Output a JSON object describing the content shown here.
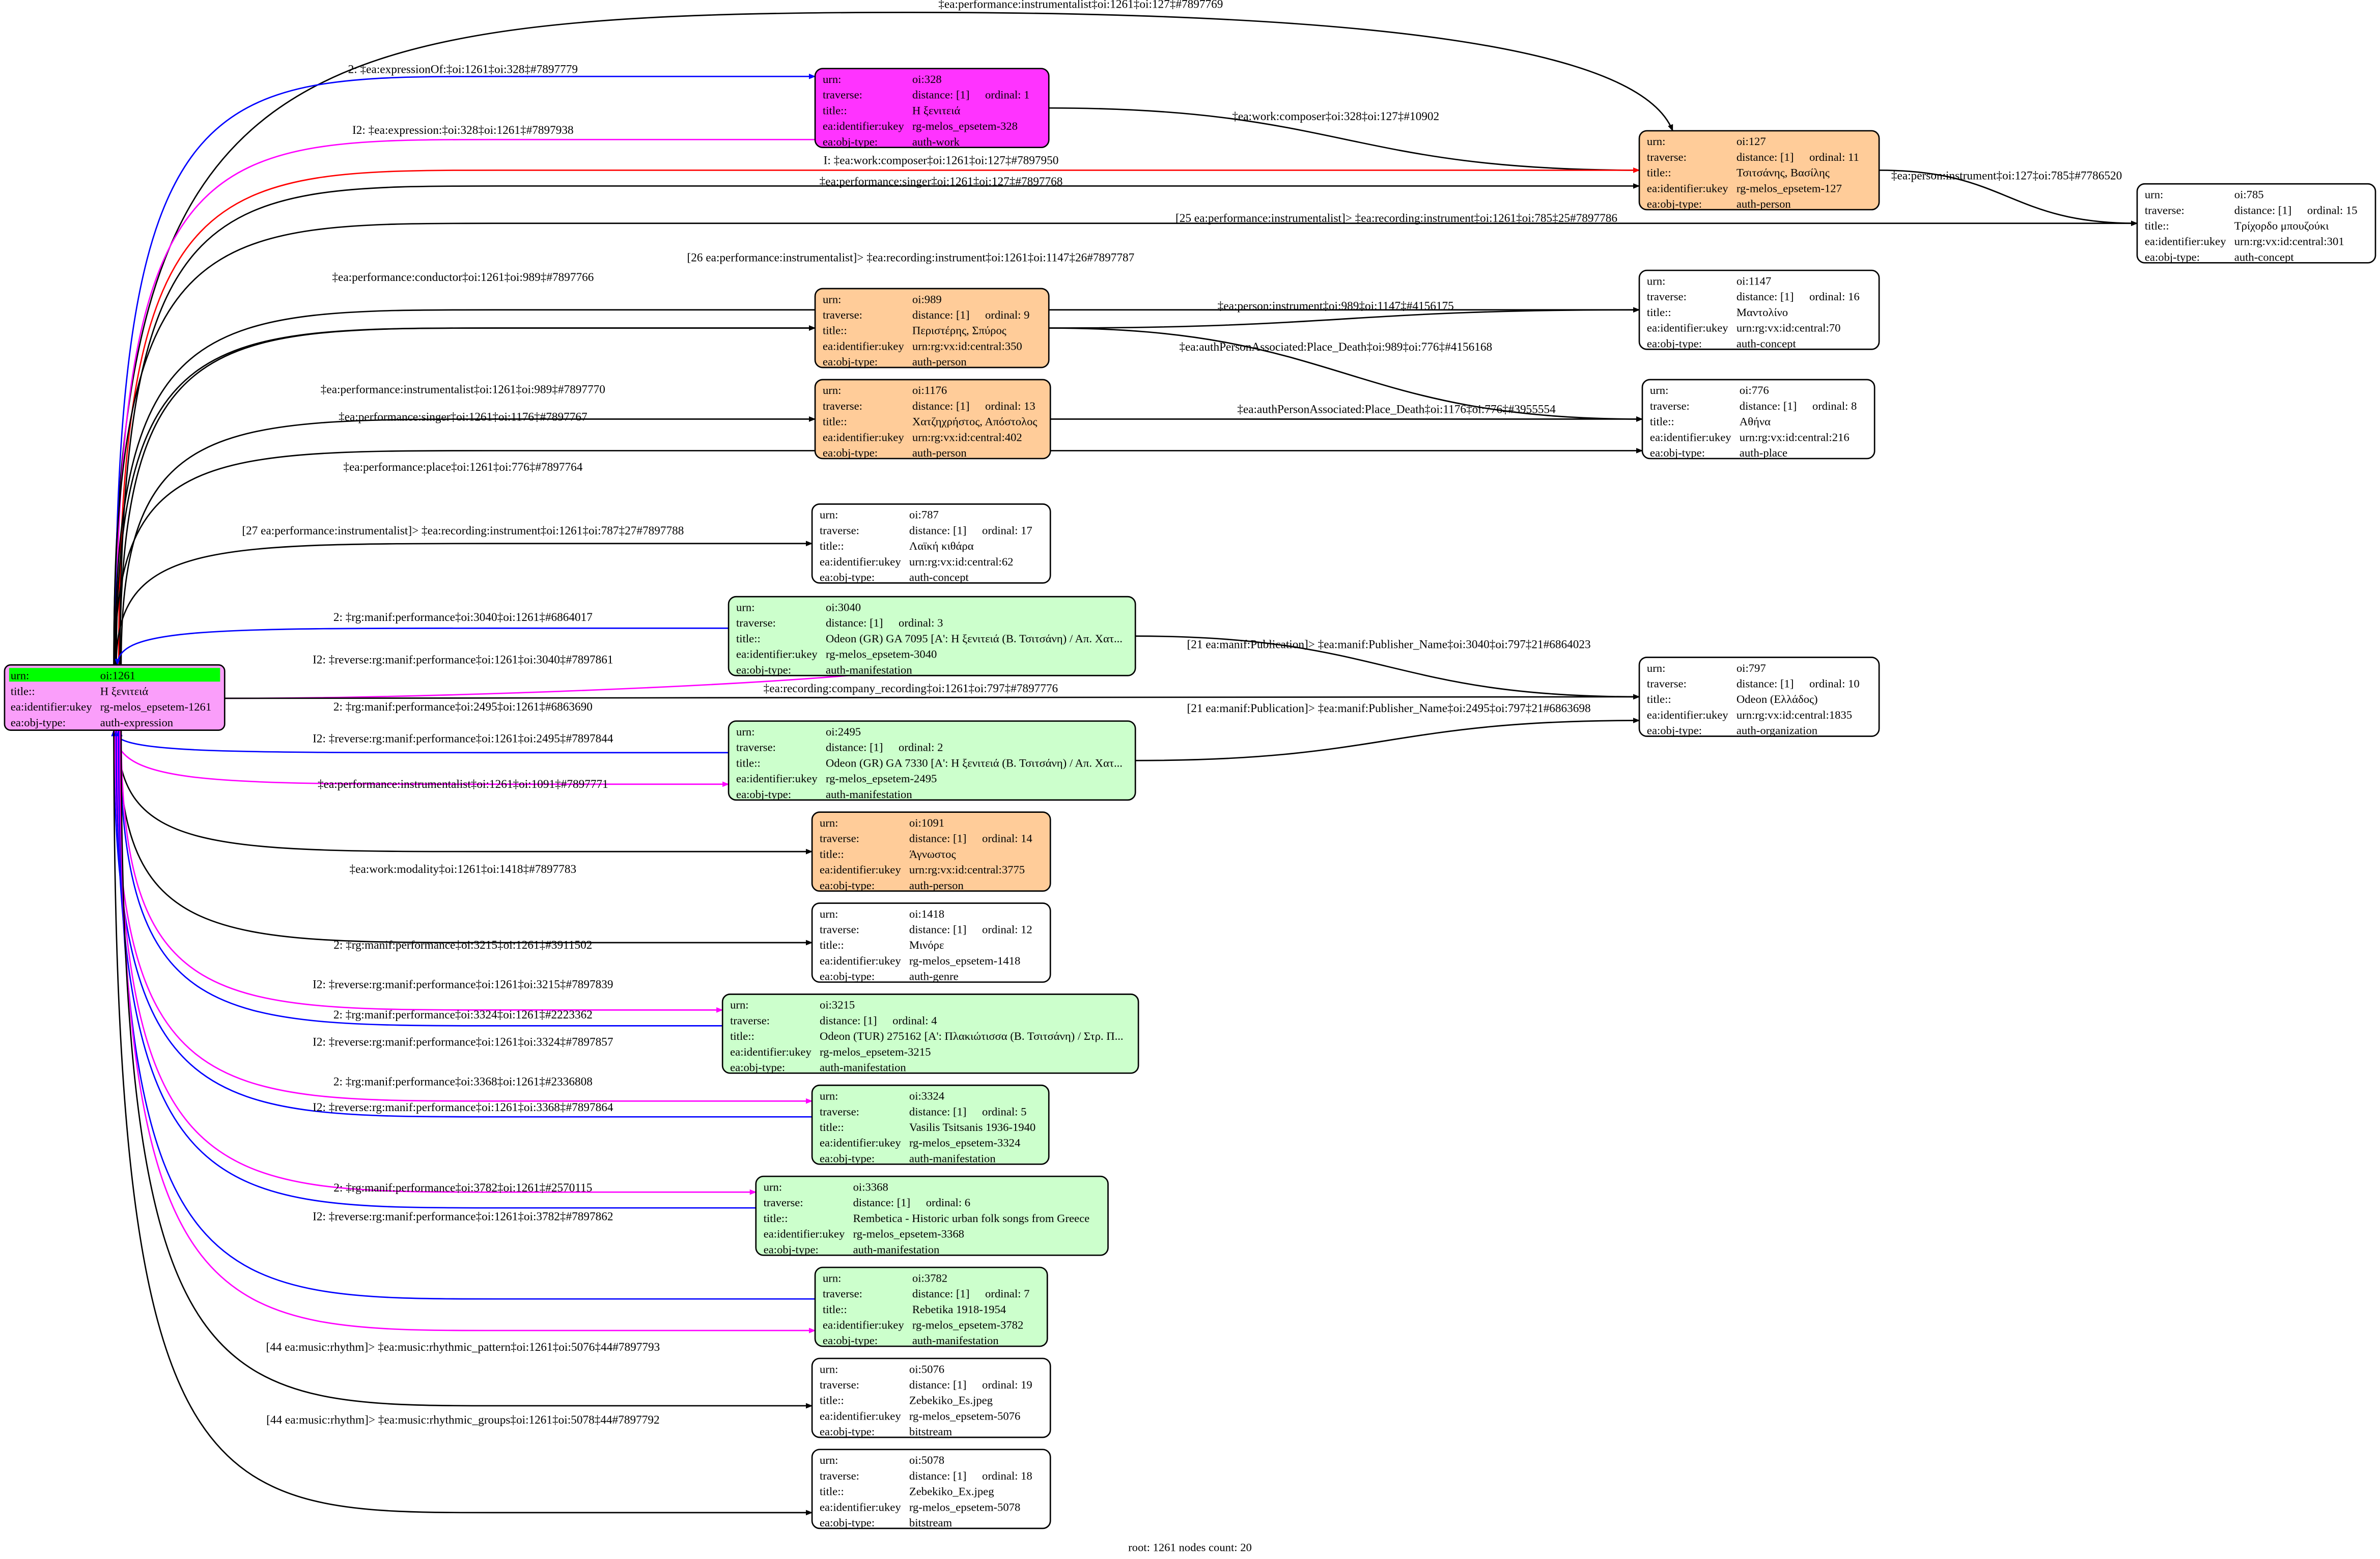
{
  "footer": "root: 1261 nodes count: 20",
  "colors": {
    "work": "#ff33ff",
    "person": "#ffcc99",
    "manifestation": "#ccffcc",
    "plain": "#ffffff",
    "root": "#fa9efa",
    "root_urn": "#00ff00",
    "black": "#000000",
    "blue": "#0000ff",
    "magenta": "#ff00ff",
    "red": "#ff0000"
  },
  "root": {
    "id": "1261",
    "rows": [
      [
        "urn:",
        "oi:1261"
      ],
      [
        "title::",
        "Η ξενιτειά"
      ],
      [
        "ea:identifier:ukey",
        "rg-melos_epsetem-1261"
      ],
      [
        "ea:obj-type:",
        "auth-expression"
      ]
    ]
  },
  "nodes": [
    {
      "id": "328",
      "kind": "work",
      "urn": "oi:328",
      "distance": "distance: [1]",
      "ordinal": "ordinal: 1",
      "title": "Η ξενιτειά",
      "ukey": "rg-melos_epsetem-328",
      "type": "auth-work"
    },
    {
      "id": "127",
      "kind": "person",
      "urn": "oi:127",
      "distance": "distance: [1]",
      "ordinal": "ordinal: 11",
      "title": "Τσιτσάνης, Βασίλης",
      "ukey": "rg-melos_epsetem-127",
      "type": "auth-person"
    },
    {
      "id": "785",
      "kind": "plain",
      "urn": "oi:785",
      "distance": "distance: [1]",
      "ordinal": "ordinal: 15",
      "title": "Τρίχορδο μπουζούκι",
      "ukey": "urn:rg:vx:id:central:301",
      "type": "auth-concept"
    },
    {
      "id": "1147",
      "kind": "plain",
      "urn": "oi:1147",
      "distance": "distance: [1]",
      "ordinal": "ordinal: 16",
      "title": "Μαντολίνο",
      "ukey": "urn:rg:vx:id:central:70",
      "type": "auth-concept"
    },
    {
      "id": "989",
      "kind": "person",
      "urn": "oi:989",
      "distance": "distance: [1]",
      "ordinal": "ordinal: 9",
      "title": "Περιστέρης, Σπύρος",
      "ukey": "urn:rg:vx:id:central:350",
      "type": "auth-person"
    },
    {
      "id": "1176",
      "kind": "person",
      "urn": "oi:1176",
      "distance": "distance: [1]",
      "ordinal": "ordinal: 13",
      "title": "Χατζηχρήστος, Απόστολος",
      "ukey": "urn:rg:vx:id:central:402",
      "type": "auth-person"
    },
    {
      "id": "776",
      "kind": "plain",
      "urn": "oi:776",
      "distance": "distance: [1]",
      "ordinal": "ordinal: 8",
      "title": "Αθήνα",
      "ukey": "urn:rg:vx:id:central:216",
      "type": "auth-place"
    },
    {
      "id": "787",
      "kind": "plain",
      "urn": "oi:787",
      "distance": "distance: [1]",
      "ordinal": "ordinal: 17",
      "title": "Λαϊκή κιθάρα",
      "ukey": "urn:rg:vx:id:central:62",
      "type": "auth-concept"
    },
    {
      "id": "3040",
      "kind": "manifestation",
      "urn": "oi:3040",
      "distance": "distance: [1]",
      "ordinal": "ordinal: 3",
      "title": "Odeon (GR) GA 7095 [Α': Η ξενιτειά (Β. Τσιτσάνη) / Απ. Χατ...",
      "ukey": "rg-melos_epsetem-3040",
      "type": "auth-manifestation"
    },
    {
      "id": "797",
      "kind": "plain",
      "urn": "oi:797",
      "distance": "distance: [1]",
      "ordinal": "ordinal: 10",
      "title": "Odeon (Ελλάδος)",
      "ukey": "urn:rg:vx:id:central:1835",
      "type": "auth-organization"
    },
    {
      "id": "2495",
      "kind": "manifestation",
      "urn": "oi:2495",
      "distance": "distance: [1]",
      "ordinal": "ordinal: 2",
      "title": "Odeon (GR) GA 7330 [Α': Η ξενιτειά (Β. Τσιτσάνη) / Απ. Χατ...",
      "ukey": "rg-melos_epsetem-2495",
      "type": "auth-manifestation"
    },
    {
      "id": "1091",
      "kind": "person",
      "urn": "oi:1091",
      "distance": "distance: [1]",
      "ordinal": "ordinal: 14",
      "title": "Άγνωστος",
      "ukey": "urn:rg:vx:id:central:3775",
      "type": "auth-person"
    },
    {
      "id": "1418",
      "kind": "plain",
      "urn": "oi:1418",
      "distance": "distance: [1]",
      "ordinal": "ordinal: 12",
      "title": "Μινόρε",
      "ukey": "rg-melos_epsetem-1418",
      "type": "auth-genre"
    },
    {
      "id": "3215",
      "kind": "manifestation",
      "urn": "oi:3215",
      "distance": "distance: [1]",
      "ordinal": "ordinal: 4",
      "title": "Odeon (TUR) 275162 [Α': Πλακιώτισσα (Β. Τσιτσάνη) / Στρ. Π...",
      "ukey": "rg-melos_epsetem-3215",
      "type": "auth-manifestation"
    },
    {
      "id": "3324",
      "kind": "manifestation",
      "urn": "oi:3324",
      "distance": "distance: [1]",
      "ordinal": "ordinal: 5",
      "title": "Vasilis Tsitsanis 1936-1940",
      "ukey": "rg-melos_epsetem-3324",
      "type": "auth-manifestation"
    },
    {
      "id": "3368",
      "kind": "manifestation",
      "urn": "oi:3368",
      "distance": "distance: [1]",
      "ordinal": "ordinal: 6",
      "title": "Rembetica - Historic urban folk songs from Greece",
      "ukey": "rg-melos_epsetem-3368",
      "type": "auth-manifestation"
    },
    {
      "id": "3782",
      "kind": "manifestation",
      "urn": "oi:3782",
      "distance": "distance: [1]",
      "ordinal": "ordinal: 7",
      "title": "Rebetika 1918-1954",
      "ukey": "rg-melos_epsetem-3782",
      "type": "auth-manifestation"
    },
    {
      "id": "5076",
      "kind": "plain",
      "urn": "oi:5076",
      "distance": "distance: [1]",
      "ordinal": "ordinal: 19",
      "title": "Zebekiko_Es.jpeg",
      "ukey": "rg-melos_epsetem-5076",
      "type": "bitstream"
    },
    {
      "id": "5078",
      "kind": "plain",
      "urn": "oi:5078",
      "distance": "distance: [1]",
      "ordinal": "ordinal: 18",
      "title": "Zebekiko_Ex.jpeg",
      "ukey": "rg-melos_epsetem-5078",
      "type": "bitstream"
    }
  ],
  "row_labels": {
    "urn": "urn:",
    "traverse": "traverse:",
    "title": "title::",
    "ukey": "ea:identifier:ukey",
    "type": "ea:obj-type:"
  },
  "edges": [
    {
      "from": "1261",
      "to": "127",
      "color": "black",
      "label": "‡ea:performance:instrumentalist‡oi:1261‡oi:127‡#7897769"
    },
    {
      "from": "1261",
      "to": "328",
      "color": "blue",
      "label": "2: ‡ea:expressionOf:‡oi:1261‡oi:328‡#7897779"
    },
    {
      "from": "328",
      "to": "1261",
      "color": "magenta",
      "label": "I2: ‡ea:expression:‡oi:328‡oi:1261‡#7897938"
    },
    {
      "from": "328",
      "to": "127",
      "color": "black",
      "label": "‡ea:work:composer‡oi:328‡oi:127‡#10902"
    },
    {
      "from": "1261",
      "to": "127",
      "color": "red",
      "label": "I: ‡ea:work:composer‡oi:1261‡oi:127‡#7897950"
    },
    {
      "from": "1261",
      "to": "127",
      "color": "black",
      "label": "‡ea:performance:singer‡oi:1261‡oi:127‡#7897768"
    },
    {
      "from": "127",
      "to": "785",
      "color": "black",
      "label": "‡ea:person:instrument‡oi:127‡oi:785‡#7786520"
    },
    {
      "from": "1261",
      "to": "785",
      "color": "black",
      "label": "[25 ea:performance:instrumentalist]> ‡ea:recording:instrument‡oi:1261‡oi:785‡25#7897786"
    },
    {
      "from": "1261",
      "to": "1147",
      "color": "black",
      "label": "[26 ea:performance:instrumentalist]> ‡ea:recording:instrument‡oi:1261‡oi:1147‡26#7897787"
    },
    {
      "from": "1261",
      "to": "989",
      "color": "black",
      "label": "‡ea:performance:conductor‡oi:1261‡oi:989‡#7897766"
    },
    {
      "from": "989",
      "to": "1147",
      "color": "black",
      "label": "‡ea:person:instrument‡oi:989‡oi:1147‡#4156175"
    },
    {
      "from": "989",
      "to": "776",
      "color": "black",
      "label": "‡ea:authPersonAssociated:Place_Death‡oi:989‡oi:776‡#4156168"
    },
    {
      "from": "1261",
      "to": "989",
      "color": "black",
      "label": "‡ea:performance:instrumentalist‡oi:1261‡oi:989‡#7897770"
    },
    {
      "from": "1261",
      "to": "1176",
      "color": "black",
      "label": "‡ea:performance:singer‡oi:1261‡oi:1176‡#7897767"
    },
    {
      "from": "1176",
      "to": "776",
      "color": "black",
      "label": "‡ea:authPersonAssociated:Place_Death‡oi:1176‡oi:776‡#3955554"
    },
    {
      "from": "1261",
      "to": "776",
      "color": "black",
      "label": "‡ea:performance:place‡oi:1261‡oi:776‡#7897764"
    },
    {
      "from": "1261",
      "to": "787",
      "color": "black",
      "label": "[27 ea:performance:instrumentalist]> ‡ea:recording:instrument‡oi:1261‡oi:787‡27#7897788"
    },
    {
      "from": "3040",
      "to": "1261",
      "color": "blue",
      "label": "2: ‡rg:manif:performance‡oi:3040‡oi:1261‡#6864017"
    },
    {
      "from": "1261",
      "to": "3040",
      "color": "magenta",
      "label": "I2: ‡reverse:rg:manif:performance‡oi:1261‡oi:3040‡#7897861"
    },
    {
      "from": "3040",
      "to": "797",
      "color": "black",
      "label": "[21 ea:manif:Publication]> ‡ea:manif:Publisher_Name‡oi:3040‡oi:797‡21#6864023"
    },
    {
      "from": "1261",
      "to": "797",
      "color": "black",
      "label": "‡ea:recording:company_recording‡oi:1261‡oi:797‡#7897776"
    },
    {
      "from": "2495",
      "to": "1261",
      "color": "blue",
      "label": "2: ‡rg:manif:performance‡oi:2495‡oi:1261‡#6863690"
    },
    {
      "from": "1261",
      "to": "2495",
      "color": "magenta",
      "label": "I2: ‡reverse:rg:manif:performance‡oi:1261‡oi:2495‡#7897844"
    },
    {
      "from": "2495",
      "to": "797",
      "color": "black",
      "label": "[21 ea:manif:Publication]> ‡ea:manif:Publisher_Name‡oi:2495‡oi:797‡21#6863698"
    },
    {
      "from": "1261",
      "to": "1091",
      "color": "black",
      "label": "‡ea:performance:instrumentalist‡oi:1261‡oi:1091‡#7897771"
    },
    {
      "from": "1261",
      "to": "1418",
      "color": "black",
      "label": "‡ea:work:modality‡oi:1261‡oi:1418‡#7897783"
    },
    {
      "from": "3215",
      "to": "1261",
      "color": "blue",
      "label": "2: ‡rg:manif:performance‡oi:3215‡oi:1261‡#3911502"
    },
    {
      "from": "1261",
      "to": "3215",
      "color": "magenta",
      "label": "I2: ‡reverse:rg:manif:performance‡oi:1261‡oi:3215‡#7897839"
    },
    {
      "from": "3324",
      "to": "1261",
      "color": "blue",
      "label": "2: ‡rg:manif:performance‡oi:3324‡oi:1261‡#2223362"
    },
    {
      "from": "1261",
      "to": "3324",
      "color": "magenta",
      "label": "I2: ‡reverse:rg:manif:performance‡oi:1261‡oi:3324‡#7897857"
    },
    {
      "from": "3368",
      "to": "1261",
      "color": "blue",
      "label": "2: ‡rg:manif:performance‡oi:3368‡oi:1261‡#2336808"
    },
    {
      "from": "1261",
      "to": "3368",
      "color": "magenta",
      "label": "I2: ‡reverse:rg:manif:performance‡oi:1261‡oi:3368‡#7897864"
    },
    {
      "from": "3782",
      "to": "1261",
      "color": "blue",
      "label": "2: ‡rg:manif:performance‡oi:3782‡oi:1261‡#2570115"
    },
    {
      "from": "1261",
      "to": "3782",
      "color": "magenta",
      "label": "I2: ‡reverse:rg:manif:performance‡oi:1261‡oi:3782‡#7897862"
    },
    {
      "from": "1261",
      "to": "5076",
      "color": "black",
      "label": "[44 ea:music:rhythm]> ‡ea:music:rhythmic_pattern‡oi:1261‡oi:5076‡44#7897793"
    },
    {
      "from": "1261",
      "to": "5078",
      "color": "black",
      "label": "[44 ea:music:rhythm]> ‡ea:music:rhythmic_groups‡oi:1261‡oi:5078‡44#7897792"
    }
  ]
}
